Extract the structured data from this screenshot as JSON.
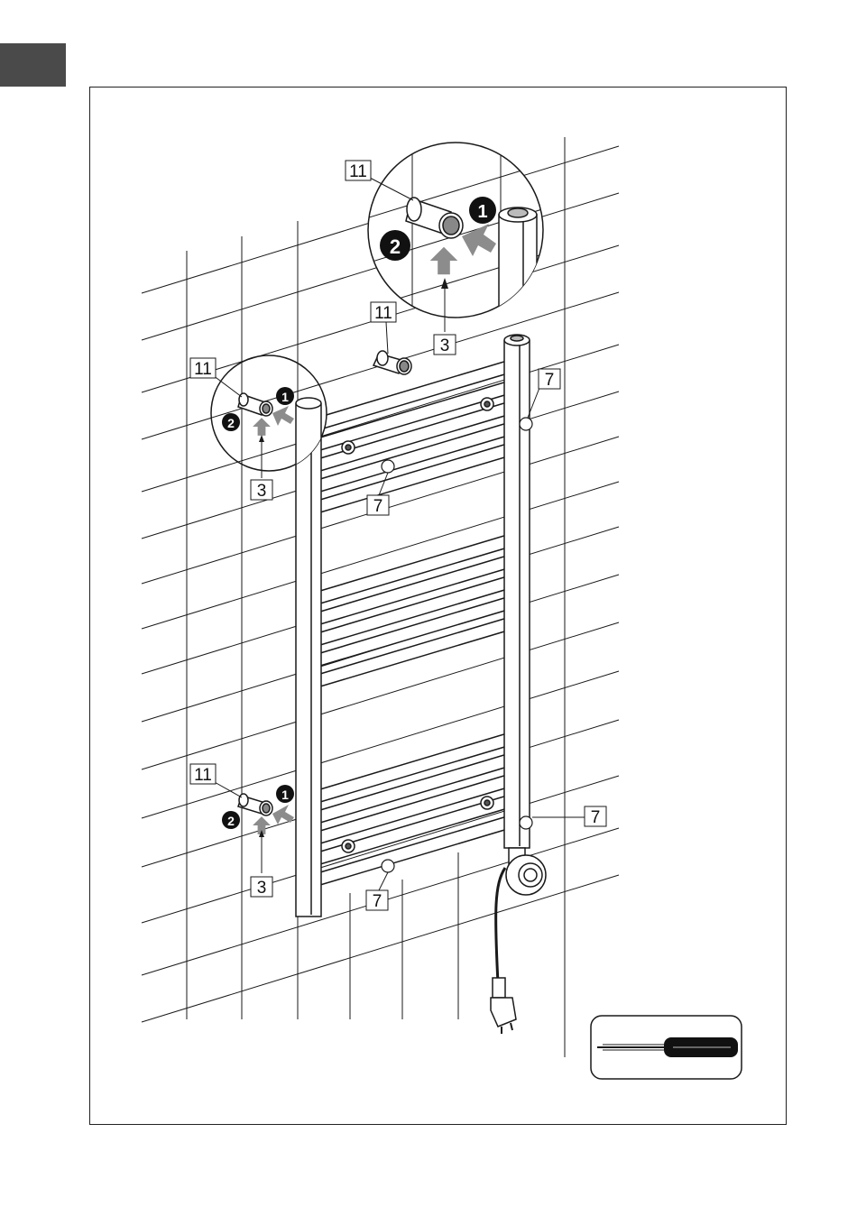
{
  "callouts": {
    "bracket_top": "11",
    "bracket_top_zoom": "11",
    "bracket_left_zoom": "11",
    "bracket_bottom": "11",
    "screw_top": "3",
    "screw_left": "3",
    "screw_bottom": "3",
    "cap_top_right": "7",
    "cap_top_left": "7",
    "cap_bottom_right": "7",
    "cap_bottom_left": "7"
  },
  "steps": {
    "step_one": "1",
    "step_two": "2"
  },
  "colors": {
    "tab": "#4a4a4a",
    "line": "#1a1a1a",
    "arrow": "#8c8c8c",
    "badge": "#111111"
  },
  "icons": {
    "tool": "screwdriver-icon",
    "plug": "power-plug-icon",
    "heater": "heating-element-icon"
  }
}
